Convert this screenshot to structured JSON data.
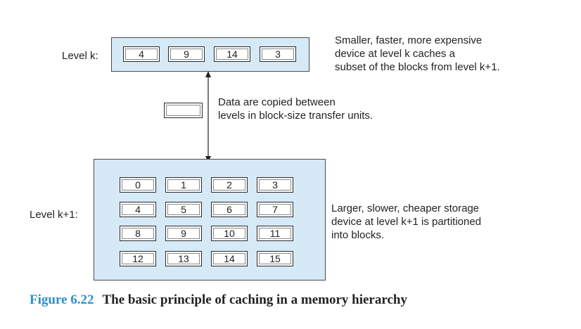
{
  "level_k": {
    "label": "Level k:",
    "blocks": [
      "4",
      "9",
      "14",
      "3"
    ],
    "note": [
      "Smaller, faster, more expensive",
      "device at level k caches a",
      "subset of the blocks from level k+1."
    ]
  },
  "transfer": {
    "note": [
      "Data are copied between",
      "levels in block-size transfer units."
    ]
  },
  "level_k1": {
    "label": "Level k+1:",
    "blocks": [
      "0",
      "1",
      "2",
      "3",
      "4",
      "5",
      "6",
      "7",
      "8",
      "9",
      "10",
      "11",
      "12",
      "13",
      "14",
      "15"
    ],
    "note": [
      "Larger, slower, cheaper storage",
      "device at level k+1 is partitioned",
      "into blocks."
    ]
  },
  "caption": {
    "number": "Figure 6.22",
    "text": "The basic principle of caching in a memory hierarchy"
  },
  "colors": {
    "panel_fill": "#d6e9f6",
    "caption_number": "#2f8fc9"
  }
}
